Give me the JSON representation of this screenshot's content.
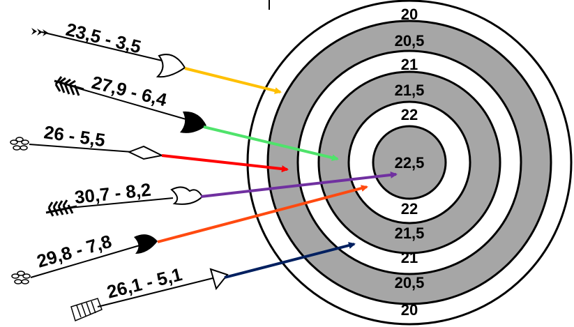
{
  "target": {
    "ring_labels_top": [
      "20",
      "20,5",
      "21",
      "21,5",
      "22"
    ],
    "center_label": "22,5",
    "ring_labels_bottom": [
      "22",
      "21,5",
      "21",
      "20,5",
      "20"
    ],
    "colors": {
      "shaded": "#a6a6a6",
      "white": "#ffffff",
      "stroke": "#000000"
    }
  },
  "arrows": [
    {
      "label": "23,5 - 3,5",
      "color": "#ffc000",
      "fletching": "chevron",
      "head": "open-curved"
    },
    {
      "label": "27,9 - 6,4",
      "color": "#4fe36b",
      "fletching": "feather",
      "head": "solid-curved"
    },
    {
      "label": "26 - 5,5",
      "color": "#ff0000",
      "fletching": "flower",
      "head": "diamond"
    },
    {
      "label": "30,7 - 8,2",
      "color": "#7030a0",
      "fletching": "feather",
      "head": "heart"
    },
    {
      "label": "29,8 - 7,8",
      "color": "#ff4a10",
      "fletching": "flower",
      "head": "solid-heart"
    },
    {
      "label": "26,1 - 5,1",
      "color": "#002060",
      "fletching": "striped",
      "head": "triangle"
    }
  ]
}
